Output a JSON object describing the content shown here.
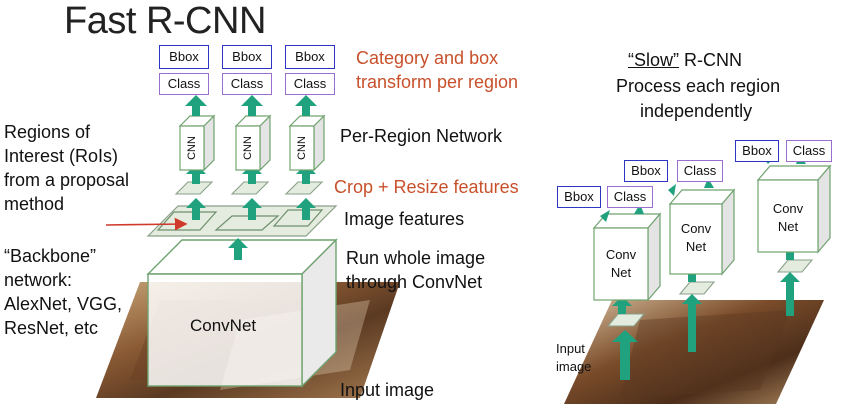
{
  "title": "Fast R-CNN",
  "fast": {
    "top_heads": {
      "bbox_label": "Bbox",
      "class_label": "Class"
    },
    "cnn_label": "CNN",
    "category_label_line1": "Category and box",
    "category_label_line2": "transform per region",
    "per_region_label": "Per-Region Network",
    "crop_label": "Crop + Resize features",
    "image_features_label": "Image features",
    "run_label_line1": "Run whole image",
    "run_label_line2": "through ConvNet",
    "input_image_label": "Input image",
    "convnet_label": "ConvNet",
    "rois_label": [
      "Regions of",
      "Interest (RoIs)",
      "from a proposal",
      "method"
    ],
    "backbone_label": [
      "“Backbone”",
      "network:",
      "AlexNet, VGG,",
      "ResNet, etc"
    ]
  },
  "slow": {
    "title_word": "“Slow”",
    "title_rest": " R-CNN",
    "subtitle_line1": "Process each region",
    "subtitle_line2": "independently",
    "conv_label_line1": "Conv",
    "conv_label_line2": "Net",
    "bbox_label": "Bbox",
    "class_label": "Class",
    "input_label_line1": "Input",
    "input_label_line2": "image"
  },
  "colors": {
    "arrow": "#1fa27d",
    "bbox_border": "#2e35c2",
    "class_border": "#9b6fd0",
    "accent_text": "#c8502a",
    "feature_fill": "#e3ecdf",
    "feature_border": "#8aa089"
  }
}
